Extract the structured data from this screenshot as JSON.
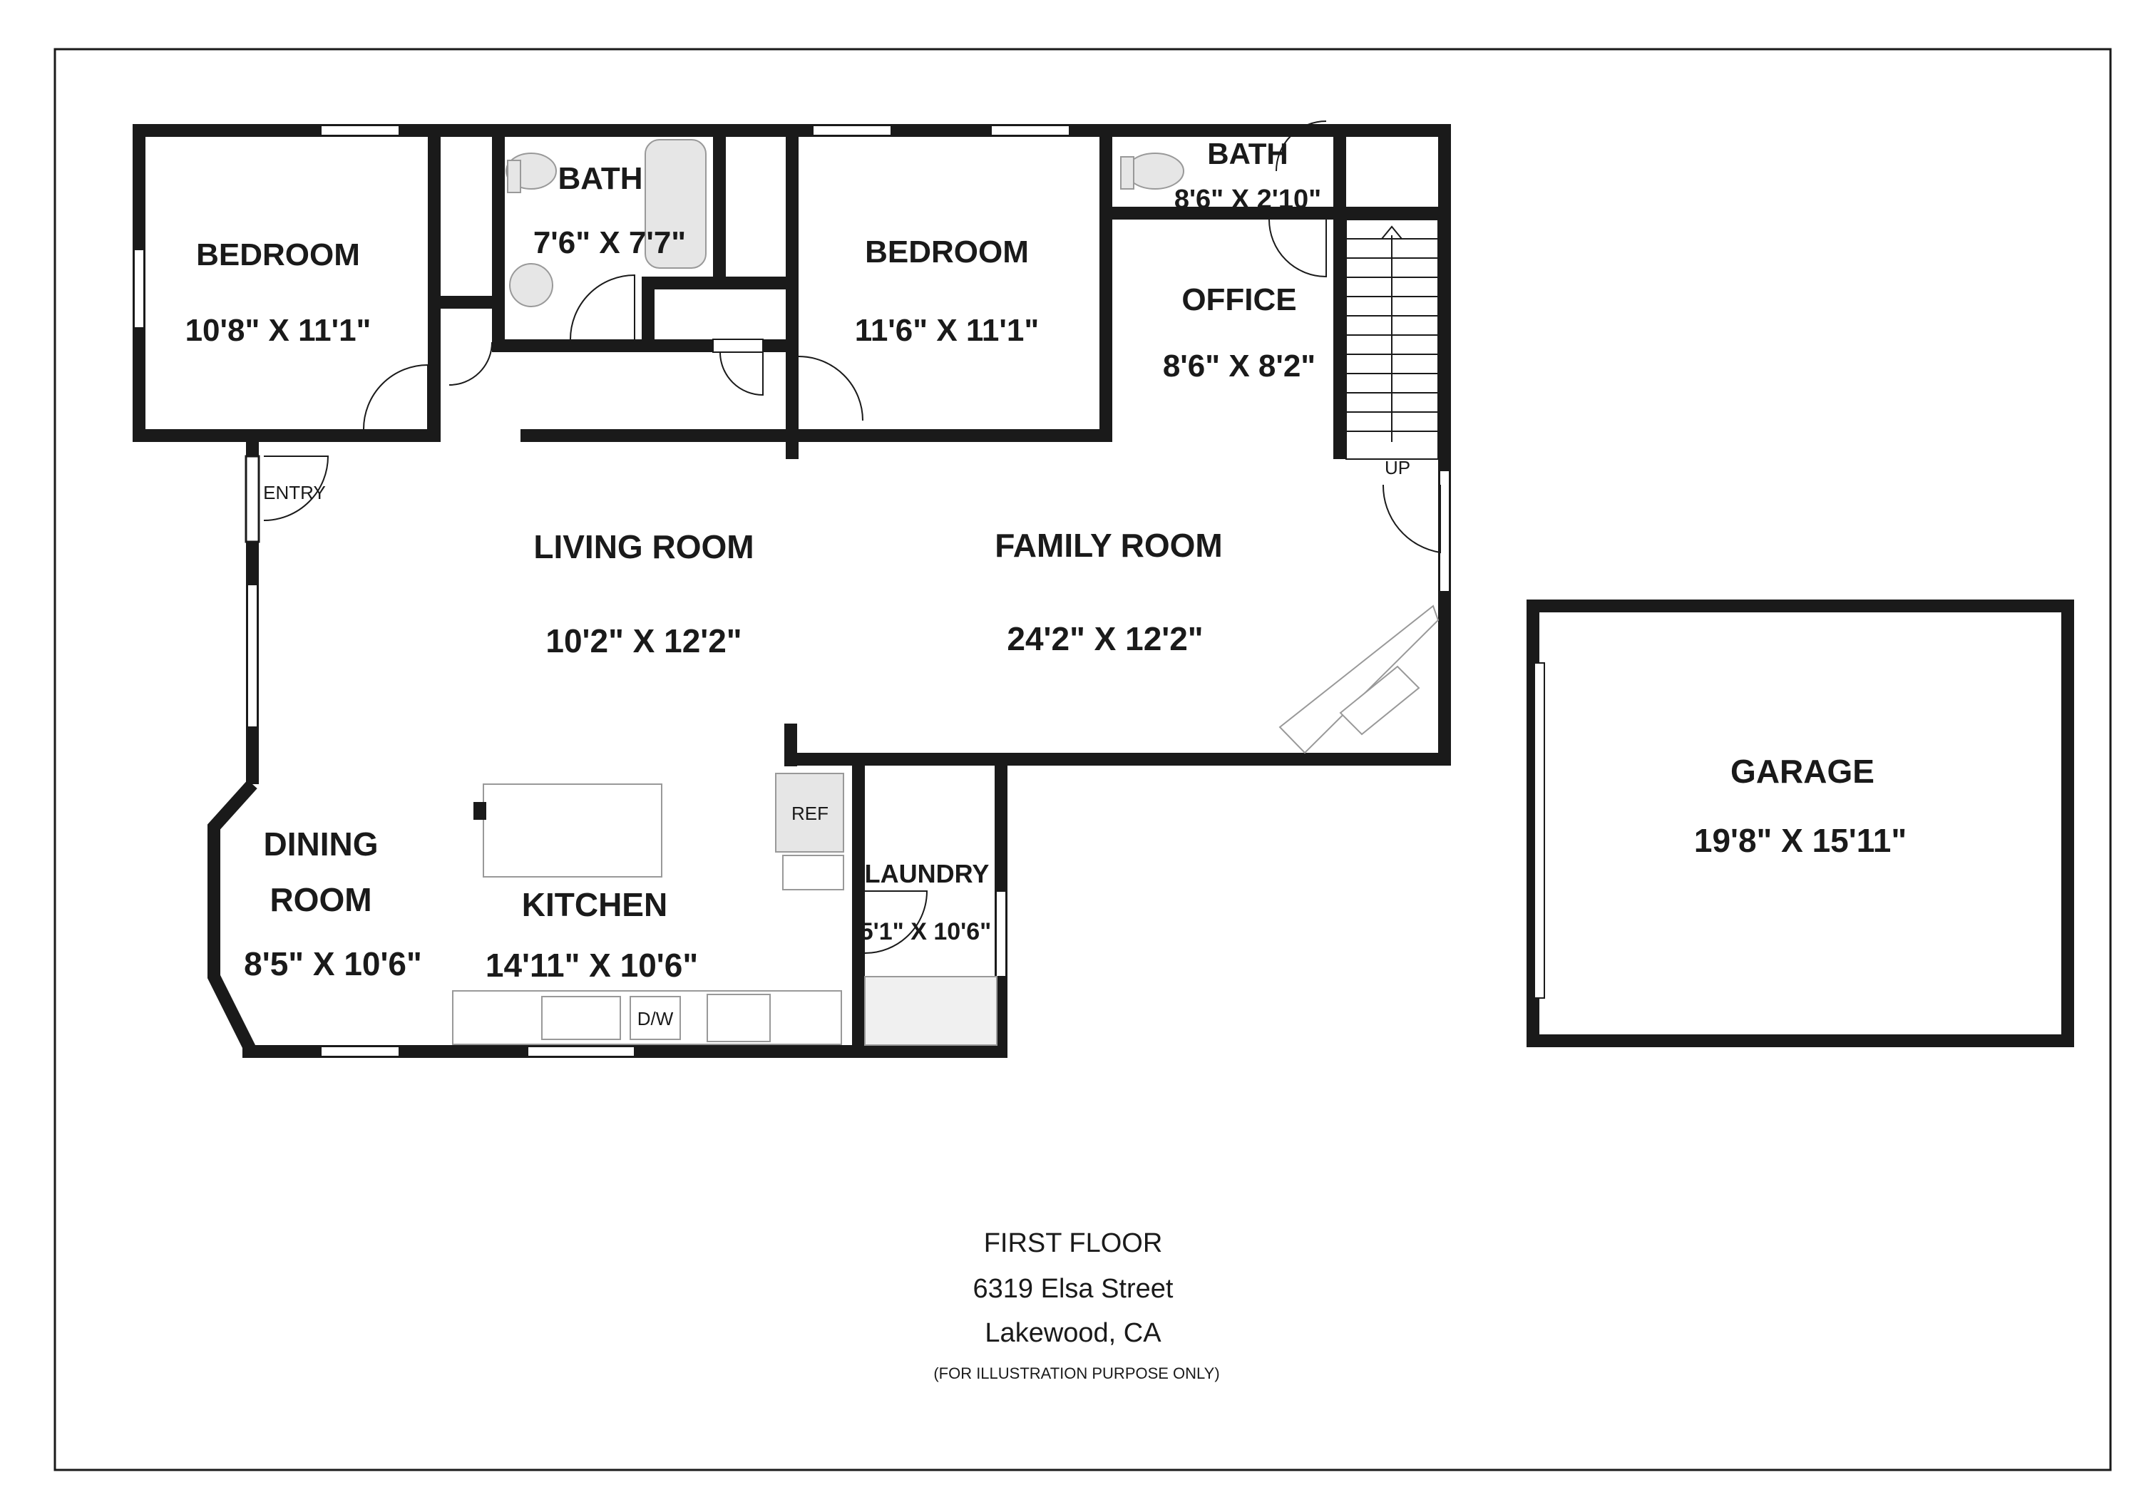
{
  "rooms": {
    "bedroom1": {
      "name": "BEDROOM",
      "size": "10'8\" X 11'1\""
    },
    "bath1": {
      "name": "BATH",
      "size": "7'6\" X 7'7\""
    },
    "bedroom2": {
      "name": "BEDROOM",
      "size": "11'6\" X 11'1\""
    },
    "bath2": {
      "name": "BATH",
      "size": "8'6\" X 2'10\""
    },
    "office": {
      "name": "OFFICE",
      "size": "8'6\" X 8'2\""
    },
    "living": {
      "name": "LIVING ROOM",
      "size": "10'2\" X 12'2\""
    },
    "family": {
      "name": "FAMILY ROOM",
      "size": "24'2\" X 12'2\""
    },
    "dining": {
      "name_line1": "DINING",
      "name_line2": "ROOM",
      "size": "8'5\" X 10'6\""
    },
    "kitchen": {
      "name": "KITCHEN",
      "size": "14'11\" X 10'6\""
    },
    "laundry": {
      "name": "LAUNDRY",
      "size": "5'1\" X 10'6\""
    },
    "garage": {
      "name": "GARAGE",
      "size": "19'8\" X 15'11\""
    }
  },
  "fixtures": {
    "entry": "ENTRY",
    "up": "UP",
    "ref": "REF",
    "dishwasher": "D/W"
  },
  "caption": {
    "floor": "FIRST FLOOR",
    "street": "6319 Elsa Street",
    "city": "Lakewood, CA",
    "note": "(FOR ILLUSTRATION PURPOSE ONLY)"
  },
  "colors": {
    "wall": "#1a1a1a",
    "fixture": "#999999",
    "fixture_fill": "#e6e6e6",
    "background": "#ffffff"
  }
}
